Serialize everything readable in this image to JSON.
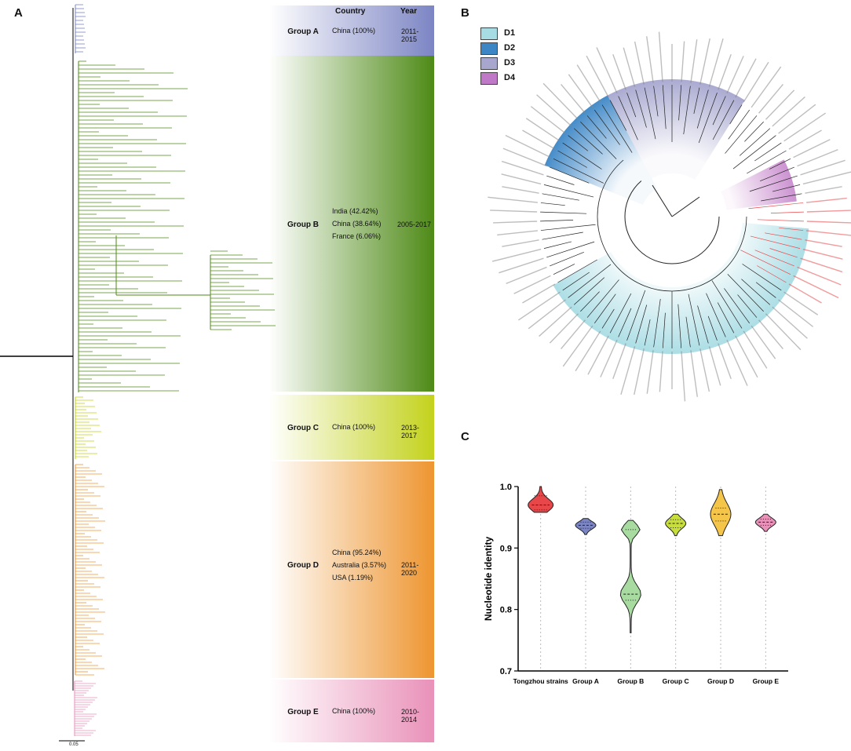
{
  "panel_a": {
    "letter": "A",
    "header_country": "Country",
    "header_year": "Year",
    "scale_label": "0.05",
    "groups": [
      {
        "name": "Group A",
        "countries": [
          "China (100%)"
        ],
        "years": "2011-2015",
        "color": "#7c85c4"
      },
      {
        "name": "Group B",
        "countries": [
          "India (42.42%)",
          "China (38.64%)",
          "France (6.06%)"
        ],
        "years": "2005-2017",
        "color": "#4e8a16"
      },
      {
        "name": "Group C",
        "countries": [
          "China (100%)"
        ],
        "years": "2013-2017",
        "color": "#c3d21c"
      },
      {
        "name": "Group D",
        "countries": [
          "China (95.24%)",
          "Australia (3.57%)",
          "USA (1.19%)"
        ],
        "years": "2011-2020",
        "color": "#ee9530"
      },
      {
        "name": "Group E",
        "countries": [
          "China (100%)"
        ],
        "years": "2010-2014",
        "color": "#e991b9"
      }
    ]
  },
  "panel_b": {
    "letter": "B",
    "legend": [
      {
        "label": "D1",
        "color": "#a8dce4"
      },
      {
        "label": "D2",
        "color": "#3c86c6"
      },
      {
        "label": "D3",
        "color": "#a6a6cf"
      },
      {
        "label": "D4",
        "color": "#c079c6"
      }
    ],
    "highlight_color": "#e8474a"
  },
  "panel_c": {
    "letter": "C",
    "chart_data": {
      "type": "violin",
      "ylabel": "Nucleotide identity",
      "ylim": [
        0.7,
        1.0
      ],
      "yticks": [
        "0.7",
        "0.8",
        "0.9",
        "1.0"
      ],
      "categories": [
        "Tongzhou strains",
        "Group A",
        "Group B",
        "Group C",
        "Group D",
        "Group E"
      ],
      "colors": [
        "#e8474a",
        "#7c85c4",
        "#a7dba0",
        "#c8de3a",
        "#f5c54a",
        "#e991b9"
      ],
      "median": [
        0.97,
        0.937,
        0.825,
        0.94,
        0.955,
        0.942
      ],
      "q1": [
        0.962,
        0.932,
        0.815,
        0.933,
        0.944,
        0.937
      ],
      "q3": [
        0.985,
        0.942,
        0.93,
        0.946,
        0.965,
        0.947
      ],
      "min": [
        0.958,
        0.922,
        0.762,
        0.92,
        0.92,
        0.927
      ],
      "max": [
        1.0,
        0.948,
        0.945,
        0.955,
        0.995,
        0.955
      ]
    }
  }
}
